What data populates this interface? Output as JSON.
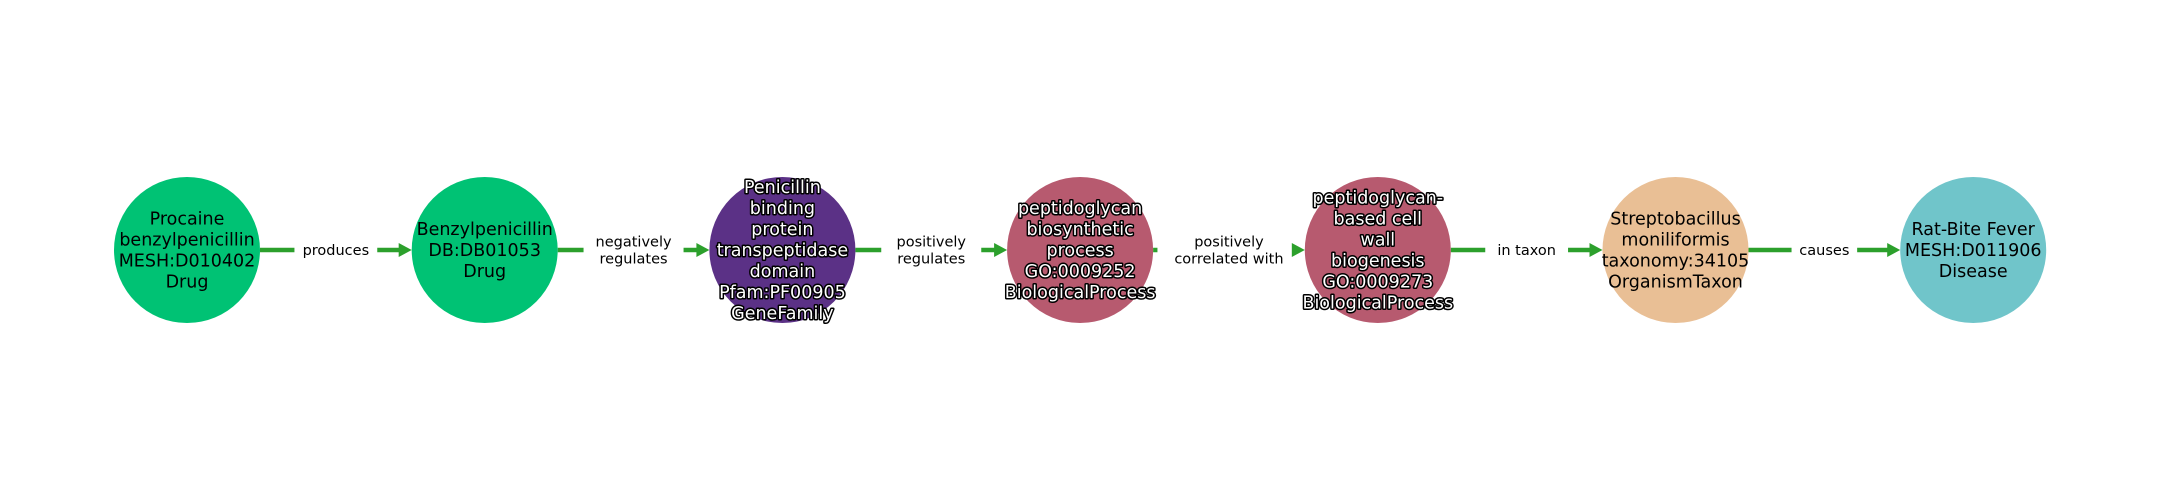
{
  "graph": {
    "edge_color": "#2ca02c",
    "nodes": [
      {
        "lines": [
          "Procaine",
          "benzylpenicillin",
          "MESH:D010402",
          "Drug"
        ],
        "color": "#00c274",
        "halo": false
      },
      {
        "lines": [
          "Benzylpenicillin",
          "DB:DB01053",
          "Drug"
        ],
        "color": "#00c274",
        "halo": false
      },
      {
        "lines": [
          "Penicillin",
          "binding",
          "protein",
          "transpeptidase",
          "domain",
          "Pfam:PF00905",
          "GeneFamily"
        ],
        "color": "#5b3186",
        "halo": true
      },
      {
        "lines": [
          "peptidoglycan",
          "biosynthetic",
          "process",
          "GO:0009252",
          "BiologicalProcess"
        ],
        "color": "#b75a6f",
        "halo": true
      },
      {
        "lines": [
          "peptidoglycan-",
          "based cell",
          "wall",
          "biogenesis",
          "GO:0009273",
          "BiologicalProcess"
        ],
        "color": "#b75a6f",
        "halo": true
      },
      {
        "lines": [
          "Streptobacillus",
          "moniliformis",
          "taxonomy:34105",
          "OrganismTaxon"
        ],
        "color": "#e9bf95",
        "halo": false
      },
      {
        "lines": [
          "Rat-Bite Fever",
          "MESH:D011906",
          "Disease"
        ],
        "color": "#70c5ca",
        "halo": false
      }
    ],
    "edges": [
      {
        "lines": [
          "produces"
        ]
      },
      {
        "lines": [
          "negatively",
          "regulates"
        ]
      },
      {
        "lines": [
          "positively",
          "regulates"
        ]
      },
      {
        "lines": [
          "positively",
          "correlated with"
        ]
      },
      {
        "lines": [
          "in taxon"
        ]
      },
      {
        "lines": [
          "causes"
        ]
      }
    ]
  }
}
